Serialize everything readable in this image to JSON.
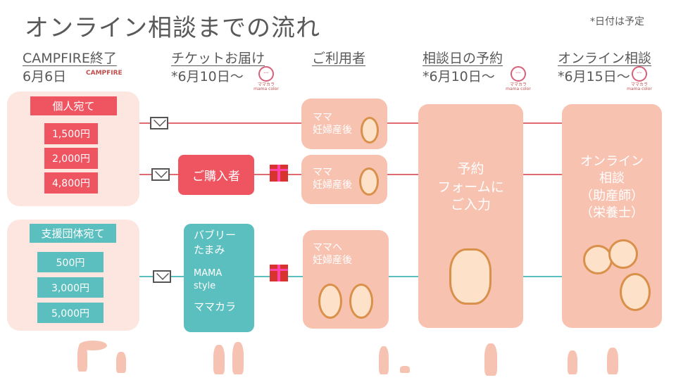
{
  "title": "オンライン相談までの流れ",
  "note": "*日付は予定",
  "steps": [
    {
      "label": "CAMPFIRE終了",
      "date": "6月6日",
      "logo": "CAMPFIRE"
    },
    {
      "label": "チケットお届け",
      "date": "*6月10日～",
      "logo": "ママカラ mama color"
    },
    {
      "label": "ご利用者"
    },
    {
      "label": "相談日の予約",
      "date": "*6月10日～",
      "logo": "ママカラ mama color"
    },
    {
      "label": "オンライン相談",
      "date": "*6月15日～",
      "logo": "ママカラ mama color"
    }
  ],
  "individual": {
    "label": "個人宛て",
    "prices": [
      "1,500円",
      "2,000円",
      "4,800円"
    ]
  },
  "group": {
    "label": "支援団体宛て",
    "prices": [
      "500円",
      "3,000円",
      "5,000円"
    ]
  },
  "purchaser": "ご購入者",
  "partners": {
    "line1": "バブリー",
    "line2": "たまみ",
    "line3": "MAMA",
    "line4": "style",
    "line5": "ママカラ"
  },
  "users": [
    {
      "line1": "ママ",
      "line2": "妊婦産後"
    },
    {
      "line1": "ママ",
      "line2": "妊婦産後"
    },
    {
      "line1": "ママへ",
      "line2": "妊婦産後"
    }
  ],
  "reservation": {
    "line1": "予約",
    "line2": "フォームに",
    "line3": "ご入力"
  },
  "consult": {
    "line1": "オンライン",
    "line2": "相談",
    "line3": "（助産師）",
    "line4": "（栄養士）"
  },
  "colors": {
    "red": "#ef5461",
    "teal": "#5bbfbf",
    "salmon": "#f8c2b1",
    "panel": "#fde6df"
  }
}
